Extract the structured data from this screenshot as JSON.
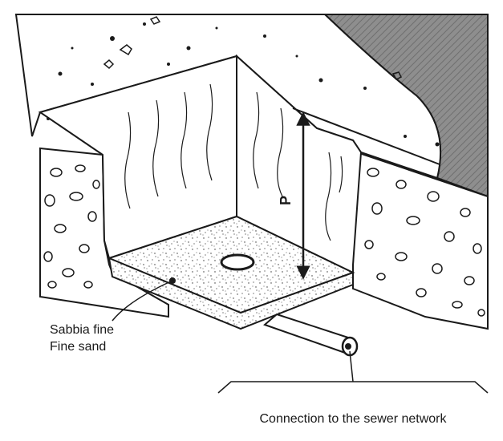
{
  "labels": {
    "depth": "P",
    "sand_it": "Sabbia fine",
    "sand_en": "Fine sand",
    "sewer": "Connection to the sewer network"
  },
  "colors": {
    "ink": "#1a1a1a",
    "asphalt": "#9a9a9a",
    "paper": "#ffffff"
  }
}
